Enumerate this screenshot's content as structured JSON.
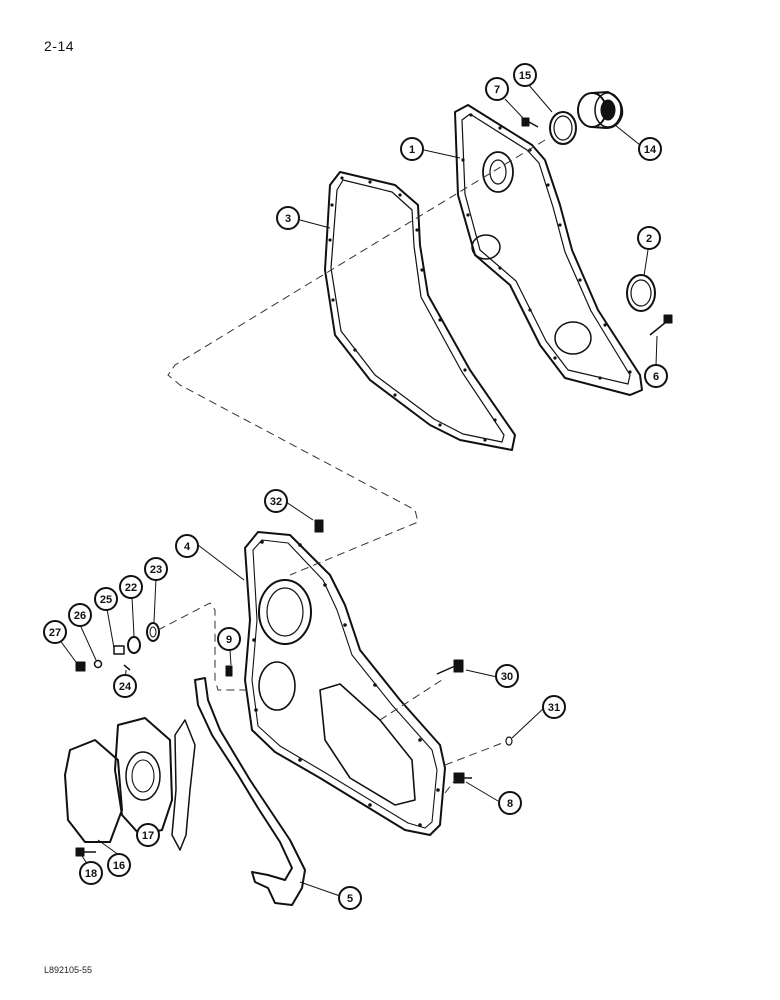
{
  "page": {
    "number": "2-14",
    "figure_code": "L892105-55"
  },
  "callouts": [
    "1",
    "2",
    "3",
    "4",
    "5",
    "6",
    "7",
    "8",
    "9",
    "14",
    "15",
    "16",
    "17",
    "18",
    "22",
    "23",
    "24",
    "25",
    "26",
    "27",
    "30",
    "31",
    "32"
  ]
}
